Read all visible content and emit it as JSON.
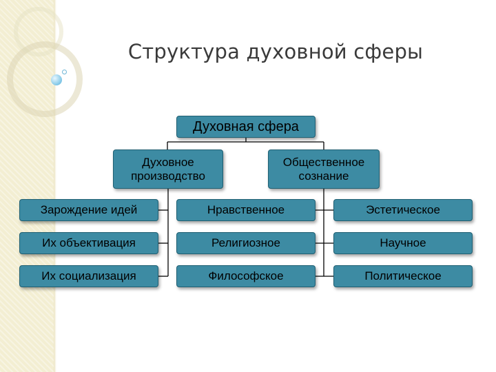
{
  "title": "Структура духовной сферы",
  "root": "Духовная сфера",
  "categories": [
    {
      "label": "Духовное производство",
      "items": [
        "Зарождение идей",
        "Их объективация",
        "Их социализация"
      ]
    },
    {
      "label": "Общественное сознание",
      "items": [
        "Нравственное",
        "Религиозное",
        "Философское",
        "Эстетическое",
        "Научное",
        "Политическое"
      ]
    }
  ],
  "colors": {
    "box": "#3d8ba3",
    "line": "#000000",
    "sidebar": "#f3eed2"
  }
}
